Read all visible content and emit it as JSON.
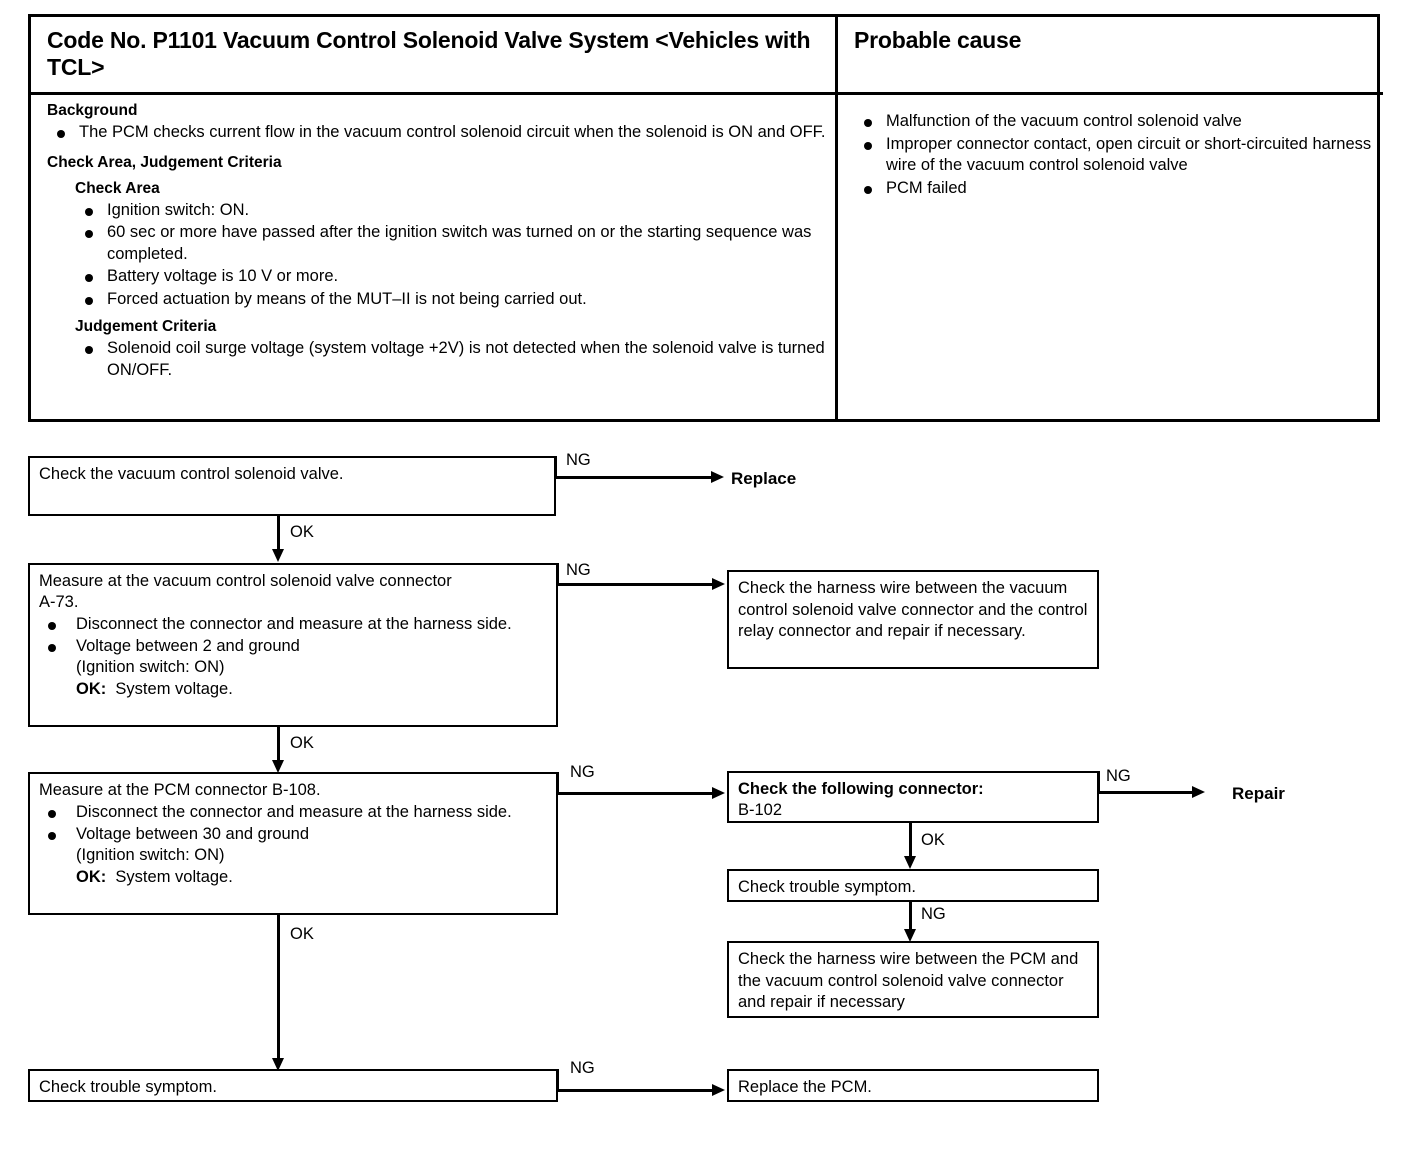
{
  "table": {
    "left_header": "Code No. P1101 Vacuum Control Solenoid Valve System <Vehicles with TCL>",
    "right_header": "Probable cause",
    "background_heading": "Background",
    "background_items": [
      "The PCM checks current flow in the vacuum control solenoid circuit when the solenoid is ON and OFF."
    ],
    "criteria_heading": "Check Area, Judgement Criteria",
    "check_area_heading": "Check Area",
    "check_area_items": [
      "Ignition switch: ON.",
      "60 sec or more have passed after the ignition switch was turned on or the starting sequence was completed.",
      "Battery voltage is 10 V or more.",
      "Forced actuation by means of the MUT–II is not being carried out."
    ],
    "judgement_heading": "Judgement Criteria",
    "judgement_items": [
      "Solenoid coil surge voltage (system voltage +2V) is not detected when the solenoid valve is turned ON/OFF."
    ],
    "probable_causes": [
      "Malfunction of the vacuum control solenoid valve",
      "Improper connector contact, open circuit or short-circuited harness wire of the vacuum control solenoid valve",
      "PCM failed"
    ]
  },
  "flow": {
    "box1": {
      "text": "Check the vacuum control solenoid valve."
    },
    "box2": {
      "line1": "Measure at the vacuum control solenoid valve  connector",
      "line2": "A-73.",
      "bullet1": "Disconnect the connector and measure at the harness side.",
      "bullet2_main": "Voltage between 2 and ground",
      "bullet2_sub1": "(Ignition switch: ON)",
      "bullet2_ok_label": "OK:",
      "bullet2_ok_value": "System voltage."
    },
    "box3": {
      "line1": "Measure at the PCM connector B-108.",
      "bullet1": "Disconnect the connector and measure at the harness side.",
      "bullet2_main": "Voltage between 30 and ground",
      "bullet2_sub1": "(Ignition switch: ON)",
      "bullet2_ok_label": "OK:",
      "bullet2_ok_value": "System voltage."
    },
    "box_harness_relay": "Check the harness wire between the vacuum control solenoid valve connector and the control relay connector and repair if necessary.",
    "box_connector_check": {
      "line1": "Check the following connector:",
      "line2": "B-102"
    },
    "box_trouble_right": "Check trouble symptom.",
    "box_harness_pcm": "Check the harness wire between the PCM and the vacuum control solenoid valve connector and repair if necessary",
    "box_trouble_bottom": "Check trouble symptom.",
    "box_replace_pcm": "Replace the PCM.",
    "terminal_replace": "Replace",
    "terminal_repair": "Repair",
    "labels": {
      "ng": "NG",
      "ok": "OK"
    }
  }
}
